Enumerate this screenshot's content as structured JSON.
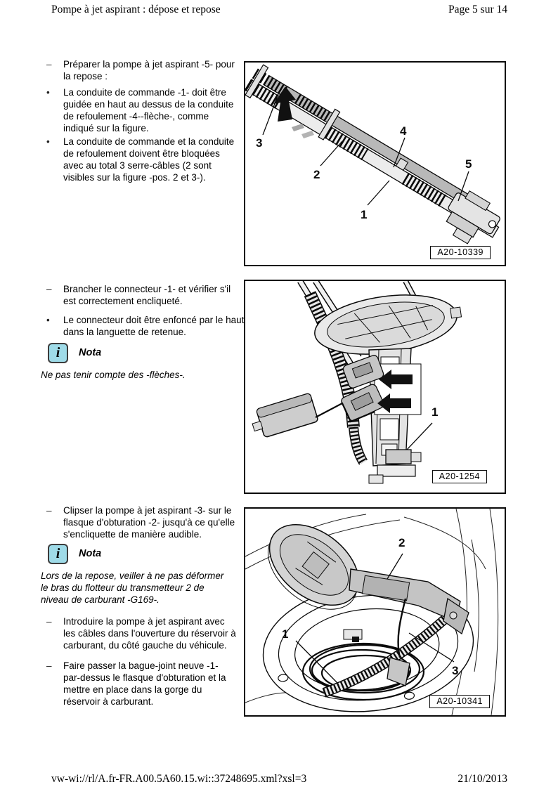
{
  "header": {
    "title": "Pompe à jet aspirant : dépose et repose",
    "page_indicator": "Page 5 sur 14"
  },
  "footer": {
    "reference": "vw-wi://rl/A.fr-FR.A00.5A60.15.wi::37248695.xml?xsl=3",
    "date": "21/10/2013"
  },
  "note": {
    "label": "Nota",
    "icon_glyph": "i"
  },
  "colors": {
    "nota_icon_bg": "#9fdbe8",
    "line_art": "#0a0a0a",
    "fill_light": "#e9e9e9",
    "fill_mid": "#c6c6c6"
  },
  "sections": [
    {
      "items": [
        {
          "marker": "–",
          "text": "Préparer la pompe à jet aspirant -5- pour\nla repose :"
        },
        {
          "marker": "•",
          "text": "La conduite de commande -1- doit être\nguidée en haut au dessus de la conduite\nde refoulement -4--flèche-, comme\nindiqué sur la figure."
        },
        {
          "marker": "•",
          "text": "La conduite de commande et la conduite\nde refoulement doivent être bloquées\navec au total 3 serre-câbles (2 sont\nvisibles sur la figure -pos. 2 et 3-)."
        }
      ],
      "figure": {
        "caption": "A20-10339",
        "labels": [
          "3",
          "2",
          "4",
          "1",
          "5"
        ]
      }
    },
    {
      "items": [
        {
          "marker": "–",
          "text": "Brancher le connecteur -1- et vérifier s'il\nest correctement encliqueté."
        },
        {
          "marker": "•",
          "text": "Le connecteur doit être enfoncé par le haut\ndans la languette de retenue."
        }
      ],
      "note_text": "Ne pas tenir compte des -flèches-.",
      "figure": {
        "caption": "A20-1254",
        "labels": [
          "1"
        ]
      }
    },
    {
      "items": [
        {
          "marker": "–",
          "text": "Clipser la pompe à jet aspirant -3- sur le\nflasque d'obturation -2- jusqu'à ce qu'elle\ns'encliquette de manière audible."
        },
        {
          "marker": "–",
          "text": "Introduire la pompe à jet aspirant avec\nles câbles dans l'ouverture du réservoir à\ncarburant, du côté gauche du véhicule."
        },
        {
          "marker": "–",
          "text": "Faire passer la bague-joint neuve -1-\npar-dessus le flasque d'obturation et la\nmettre en place dans la gorge du\nréservoir à carburant."
        }
      ],
      "note_text": "Lors de la repose, veiller à ne pas déformer\nle bras du flotteur du transmetteur 2 de\nniveau de carburant -G169-.",
      "figure": {
        "caption": "A20-10341",
        "labels": [
          "2",
          "1",
          "3"
        ]
      }
    }
  ]
}
